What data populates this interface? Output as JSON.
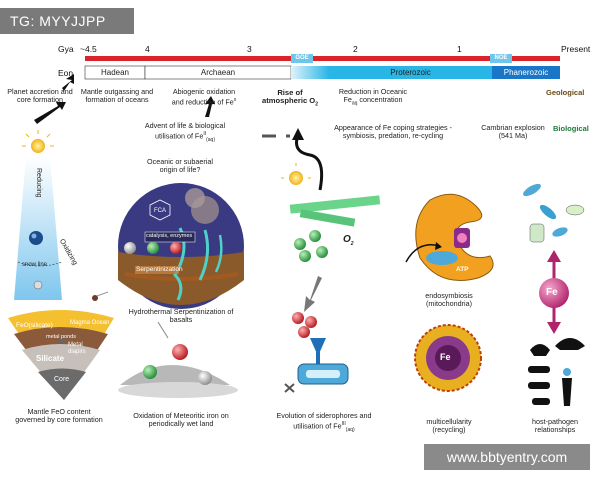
{
  "watermark_top": "TG: MYYJJPP",
  "watermark_bottom": "www.bbtyentry.com",
  "timeline": {
    "unit": "Gya",
    "start": "~4.5",
    "ticks": [
      "4",
      "3",
      "2",
      "1"
    ],
    "end": "Present",
    "markers": [
      "GOE",
      "NOE"
    ],
    "eon_label": "Eon",
    "eons": [
      "Hadean",
      "Archaean",
      "Proterozoic",
      "Phanerozoic"
    ]
  },
  "rows": {
    "geological": "Geological",
    "biological": "Biological"
  },
  "events": {
    "planet": "Planet accretion and core formation",
    "mantle": "Mantle outgassing and formation of oceans",
    "abiogenic_main": "Abiogenic oxidation and reduction of Fe",
    "abiogenic_sup": "x",
    "rise_main": "Rise of atmospheric O",
    "rise_sub": "2",
    "reduction_main": "Reduction in Oceanic Fe",
    "reduction_sub": "aq",
    "reduction_tail": "concentration",
    "advent_main": "Advent of life & biological utilisation of Fe",
    "advent_sup": "II",
    "advent_sub": "(aq)",
    "appearance": "Appearance of Fe coping strategies - symbiosis, predation, re-cycling",
    "cambrian_1": "Cambrian explosion",
    "cambrian_2": "(541 Ma)",
    "oceanic": "Oceanic or subaerial origin of life?"
  },
  "panels": {
    "reducing": "Reducing",
    "oxidizing": "Oxidizing",
    "snowline": "snow line",
    "feo_silicate": "FeO(silicate)",
    "magma_ocean": "Magma Ocean",
    "metal_ponds": "metal ponds",
    "metal_diapirs": "Metal diapirs",
    "silicate": "Silicate",
    "core": "Core",
    "mantle_feo": "Mantle FeO content governed by core formation",
    "fca": "FCA",
    "catalysis": "catalysis, enzymes",
    "serpentinization": "Serpentinization",
    "hydrothermal": "Hydrothermal Serpentinization of basalts",
    "oxidation_meteoritic": "Oxidation of Meteoritic iron on periodically wet land",
    "o2": "O",
    "o2_sub": "2",
    "siderophores_main": "Evolution of siderophores and utilisation of Fe",
    "siderophores_sup": "III",
    "siderophores_sub": "(aq)",
    "endosymbiosis": "endosymbiosis (mitochondria)",
    "atp": "ATP",
    "multicellularity": "multicellularity (recycling)",
    "fe_label": "Fe",
    "host_pathogen": "host-pathogen relationships"
  },
  "colors": {
    "timeline_red": "#d8232a",
    "hadean": "#ffffff",
    "archaean": "#ffffff",
    "proterozoic": "#29b6e6",
    "phanerozoic": "#1976c9",
    "geological": "#6b4a12",
    "biological": "#1f7a3a",
    "fe_sphere": "#c0307a",
    "green_sphere": "#3aa84a",
    "red_sphere": "#d8232a"
  }
}
